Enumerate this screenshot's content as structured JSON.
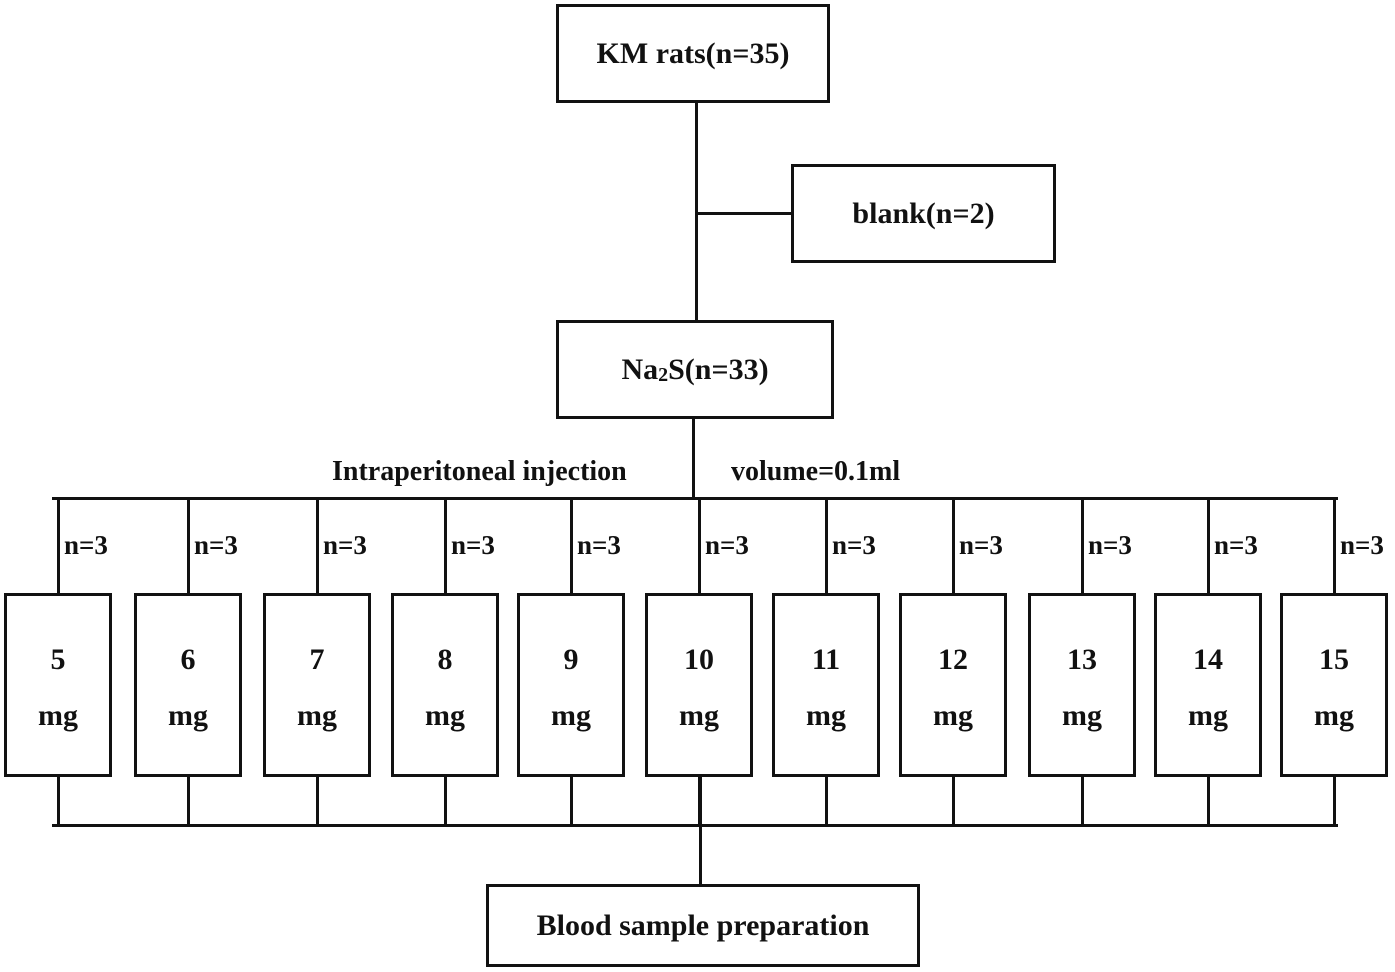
{
  "nodes": {
    "root": "KM rats(n=35)",
    "blank": "blank(n=2)",
    "treated_prefix": "Na",
    "treated_subscript": "2",
    "treated_suffix": "S(n=33)",
    "final": "Blood sample preparation"
  },
  "edge_labels": {
    "route": "Intraperitoneal  injection",
    "volume": "volume=0.1ml"
  },
  "dose_unit": "mg",
  "groups": [
    {
      "dose": "5",
      "n": "n=3"
    },
    {
      "dose": "6",
      "n": "n=3"
    },
    {
      "dose": "7",
      "n": "n=3"
    },
    {
      "dose": "8",
      "n": "n=3"
    },
    {
      "dose": "9",
      "n": "n=3"
    },
    {
      "dose": "10",
      "n": "n=3"
    },
    {
      "dose": "11",
      "n": "n=3"
    },
    {
      "dose": "12",
      "n": "n=3"
    },
    {
      "dose": "13",
      "n": "n=3"
    },
    {
      "dose": "14",
      "n": "n=3"
    },
    {
      "dose": "15",
      "n": "n=3"
    }
  ]
}
